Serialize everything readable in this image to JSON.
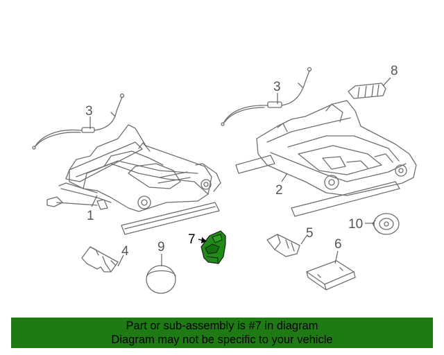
{
  "callouts": {
    "c1": "1",
    "c2": "2",
    "c3a": "3",
    "c3b": "3",
    "c4": "4",
    "c5": "5",
    "c6": "6",
    "c7": "7",
    "c8": "8",
    "c9": "9",
    "c10": "10"
  },
  "highlighted_part": "7",
  "colors": {
    "banner_bg": "#1e7a12",
    "highlight_part": "#1f8c17",
    "line_art": "#6e6e6e"
  },
  "banner": {
    "line1": "Part or sub-assembly is #7 in diagram",
    "line2": "Diagram may not be specific to your vehicle"
  }
}
